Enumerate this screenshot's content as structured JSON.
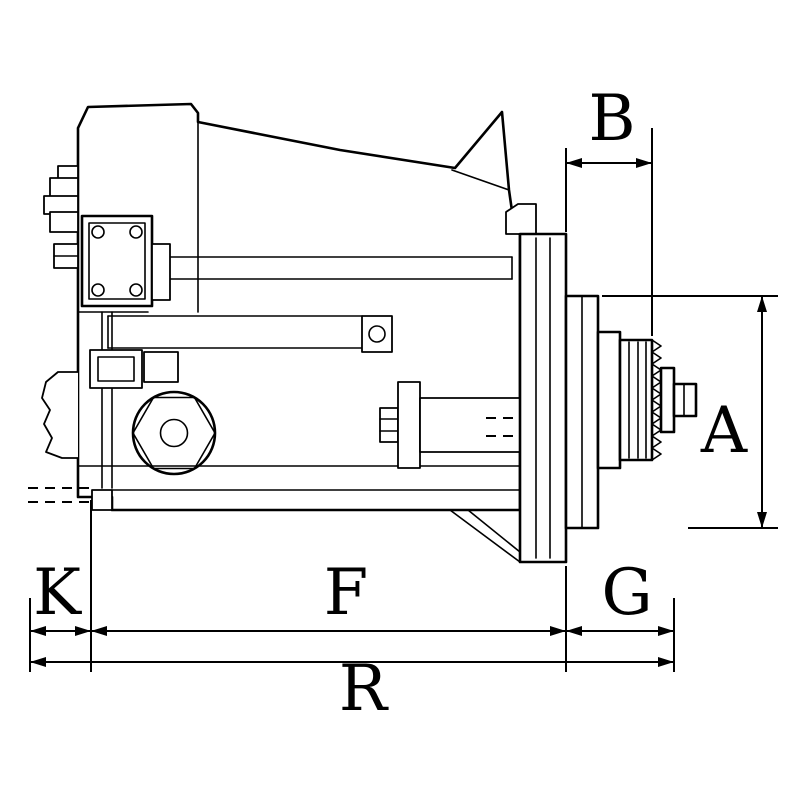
{
  "diagram": {
    "type": "technical-line-drawing",
    "subject": "starter-motor-side-view",
    "background_color": "#ffffff",
    "line_color": "#000000",
    "labels": {
      "b": "B",
      "a": "A",
      "k": "K",
      "f": "F",
      "g": "G",
      "r": "R"
    }
  }
}
